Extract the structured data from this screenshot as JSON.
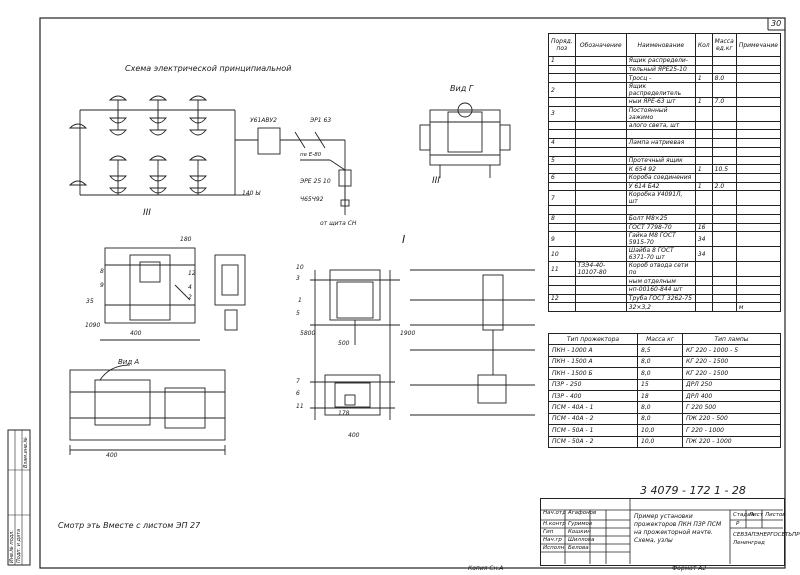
{
  "page_number": "30",
  "scheme_title": "Схема электрической принципиальной",
  "view_g_label": "Вид Г",
  "view_a_label": "Вид А",
  "roman_iii": "III",
  "roman_iii_b": "III",
  "roman_i": "I",
  "scheme_labels": {
    "box": "У61АВУ2",
    "breaker": "ЭР1 63",
    "pe": "пе Е-80",
    "device": "ЭРЕ 25 10",
    "code": "Ч65Ч92",
    "wire": "140 Ы",
    "source": "от щита СН"
  },
  "parts_table": {
    "headers": [
      "Поряд. поз",
      "Обозначение",
      "Наименование",
      "Кол",
      "Масса ед.кг",
      "Примечание"
    ],
    "rows": [
      {
        "pos": "1",
        "designation": "",
        "name": "Ящик распредели-",
        "qty": "",
        "mass": ""
      },
      {
        "pos": "",
        "designation": "",
        "name": "тельный ЯРЕ25-10",
        "qty": "",
        "mass": ""
      },
      {
        "pos": "",
        "designation": "",
        "name": "Тросц -",
        "qty": "1",
        "mass": "8.0"
      },
      {
        "pos": "2",
        "designation": "",
        "name": "Ящик распределитель",
        "qty": "",
        "mass": ""
      },
      {
        "pos": "",
        "designation": "",
        "name": "ныи ЯРЕ-63 шт",
        "qty": "1",
        "mass": "7.0"
      },
      {
        "pos": "3",
        "designation": "",
        "name": "Постоянный зажимо",
        "qty": "",
        "mass": ""
      },
      {
        "pos": "",
        "designation": "",
        "name": "алого света, шт",
        "qty": "",
        "mass": ""
      },
      {
        "pos": "",
        "designation": "",
        "name": "",
        "qty": "",
        "mass": ""
      },
      {
        "pos": "4",
        "designation": "",
        "name": "Лампа натриевая",
        "qty": "",
        "mass": ""
      },
      {
        "pos": "",
        "designation": "",
        "name": "",
        "qty": "",
        "mass": ""
      },
      {
        "pos": "5",
        "designation": "",
        "name": "Протечный ящик",
        "qty": "",
        "mass": ""
      },
      {
        "pos": "",
        "designation": "",
        "name": "К 654 92",
        "qty": "1",
        "mass": "10.5"
      },
      {
        "pos": "6",
        "designation": "",
        "name": "Короба соединения",
        "qty": "",
        "mass": ""
      },
      {
        "pos": "",
        "designation": "",
        "name": "У 614 Б42",
        "qty": "1",
        "mass": "2.0"
      },
      {
        "pos": "7",
        "designation": "",
        "name": "Коробка У4091Л, шт",
        "qty": "",
        "mass": ""
      },
      {
        "pos": "",
        "designation": "",
        "name": "",
        "qty": "",
        "mass": ""
      },
      {
        "pos": "8",
        "designation": "",
        "name": "Болт М8×25",
        "qty": "",
        "mass": ""
      },
      {
        "pos": "",
        "designation": "",
        "name": "ГОСТ 7798-70",
        "qty": "16",
        "mass": ""
      },
      {
        "pos": "9",
        "designation": "",
        "name": "Гайка М8 ГОСТ 5915-70",
        "qty": "34",
        "mass": ""
      },
      {
        "pos": "10",
        "designation": "",
        "name": "Шайба 8 ГОСТ 6371-70 шт",
        "qty": "34",
        "mass": ""
      },
      {
        "pos": "11",
        "designation": "ТЗЭ4-40-10107-80",
        "name": "Короб отвода сети по",
        "qty": "",
        "mass": ""
      },
      {
        "pos": "",
        "designation": "",
        "name": "ным отделным",
        "qty": "",
        "mass": ""
      },
      {
        "pos": "",
        "designation": "",
        "name": "нп-00160-844 шт",
        "qty": "",
        "mass": ""
      },
      {
        "pos": "12",
        "designation": "",
        "name": "Труба ГОСТ 3262-75",
        "qty": "",
        "mass": ""
      },
      {
        "pos": "",
        "designation": "",
        "name": "32×3,2",
        "qty": "",
        "mass": "",
        "unit": "м"
      }
    ]
  },
  "projector_table": {
    "headers": [
      "Тип прожектора",
      "Масса кг",
      "Тип лампы"
    ],
    "rows": [
      {
        "type": "ПКН - 1000 А",
        "mass": "8,5",
        "lamp": "КГ 220 - 1000 - 5"
      },
      {
        "type": "ПКН - 1500 А",
        "mass": "8,0",
        "lamp": "КГ 220 - 1500"
      },
      {
        "type": "ПКН - 1500 Б",
        "mass": "8,0",
        "lamp": "КГ 220 - 1500"
      },
      {
        "type": "ПЗР - 250",
        "mass": "15",
        "lamp": "ДРЛ 250"
      },
      {
        "type": "ПЗР - 400",
        "mass": "18",
        "lamp": "ДРЛ 400"
      },
      {
        "type": "ПСМ - 40А - 1",
        "mass": "8,0",
        "lamp": "Г 220 500"
      },
      {
        "type": "ПСМ - 40А - 2",
        "mass": "8,0",
        "lamp": "ПЖ 220 - 500"
      },
      {
        "type": "ПСМ - 50А - 1",
        "mass": "10,0",
        "lamp": "Г 220 - 1000"
      },
      {
        "type": "ПСМ - 50А - 2",
        "mass": "10,0",
        "lamp": "ПЖ 220 - 1000"
      }
    ]
  },
  "dims": {
    "d400a": "400",
    "d400b": "400",
    "d400c": "400",
    "d500": "500",
    "d178": "178",
    "d5800": "5800",
    "d1900": "1900",
    "d1090": "1090",
    "d180": "180",
    "d35": "35"
  },
  "callouts": [
    "1",
    "2",
    "3",
    "4",
    "5",
    "6",
    "7",
    "8",
    "9",
    "10",
    "11",
    "12"
  ],
  "note_left": "Смотр эть Вместе с листом ЭП 27",
  "doc_code": "3 4079 - 172 1 - 28",
  "title_block": {
    "rows": [
      [
        "Нач.отд",
        "Агафонов"
      ],
      [
        "Н.контр",
        "Гуримов"
      ],
      [
        "Гип",
        "Кошкин"
      ],
      [
        "Нач.гр",
        "Шиллова"
      ],
      [
        "Исполн",
        "Белова"
      ]
    ],
    "title": "Пример установки прожекторов ПКН ПЗР ПСМ на прожекторной мачте. Схема, узлы",
    "stage_h": "Стадия",
    "sheet_h": "Лист",
    "sheets_h": "Листов",
    "stage": "Р",
    "org": "СЕВЗАПЭНЕРГОСЕТЬПРОЕКТ Ленинград"
  },
  "footer_copied": "Копия Сн.А",
  "footer_format": "Формат А2",
  "side_stamps": [
    "Инв.№ подл.",
    "Подп. и дата",
    "Взам.инв.№"
  ]
}
